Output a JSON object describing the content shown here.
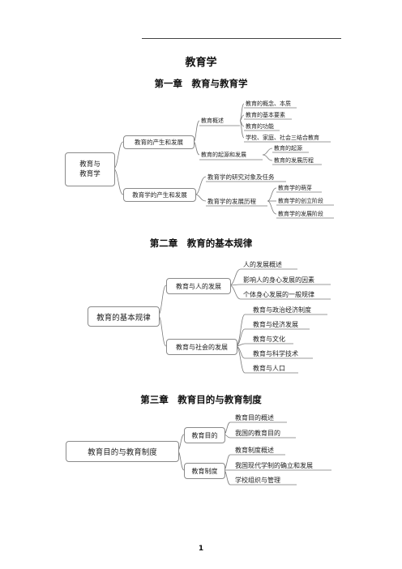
{
  "doc_title": "教育学",
  "chapters": [
    {
      "title": "第一章　教育与教育学",
      "root": "教育与\n教育学",
      "branches": [
        {
          "label": "教育的产生和发展",
          "subs": [
            {
              "label": "教育概述",
              "items": [
                "教育的概念、本质",
                "教育的基本要素",
                "教育的功能",
                "学校、家庭、社会三结合教育"
              ]
            },
            {
              "label": "教育的起源和发展",
              "items": [
                "教育的起源",
                "教育的发展历程"
              ]
            }
          ]
        },
        {
          "label": "教育学的产生和发展",
          "subs": [
            {
              "label": "教育学的研究对象及任务",
              "items": []
            },
            {
              "label": "教育学的发展历程",
              "items": [
                "教育学的萌芽",
                "教育学的创立阶段",
                "教育学的发展阶段"
              ]
            }
          ]
        }
      ]
    },
    {
      "title": "第二章　教育的基本规律",
      "root": "教育的基本规律",
      "branches": [
        {
          "label": "教育与人的发展",
          "items": [
            "人的发展概述",
            "影响人的身心发展的因素",
            "个体身心发展的一般规律"
          ]
        },
        {
          "label": "教育与社会的发展",
          "items": [
            "教育与政治经济制度",
            "教育与经济发展",
            "教育与文化",
            "教育与科学技术",
            "教育与人口"
          ]
        }
      ]
    },
    {
      "title": "第三章　教育目的与教育制度",
      "root": "教育目的与教育制度",
      "branches": [
        {
          "label": "教育目的",
          "items": [
            "教育目的概述",
            "我国的教育目的"
          ]
        },
        {
          "label": "教育制度",
          "items": [
            "教育制度概述",
            "我国现代学制的确立和发展",
            "学校组织与管理"
          ]
        }
      ]
    }
  ],
  "page_number": "1"
}
